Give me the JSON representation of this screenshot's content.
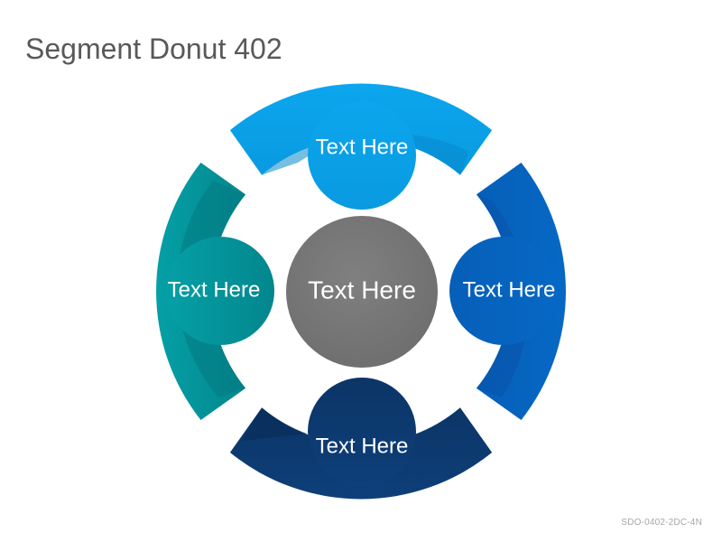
{
  "slide": {
    "title": "Segment Donut 402",
    "code": "SDO-0402-2DC-4N"
  },
  "diagram": {
    "center": {
      "label": "Text Here",
      "color": "#777777"
    },
    "segments": [
      {
        "id": "top",
        "label": "Text Here",
        "color": "#0ba6ee",
        "shade": "#0788cc"
      },
      {
        "id": "right",
        "label": "Text Here",
        "color": "#0664bf",
        "shade": "#0a52a8"
      },
      {
        "id": "bottom",
        "label": "Text Here",
        "color": "#0c3a72",
        "shade": "#082c57"
      },
      {
        "id": "left",
        "label": "Text Here",
        "color": "#04999f",
        "shade": "#037c83"
      }
    ]
  }
}
